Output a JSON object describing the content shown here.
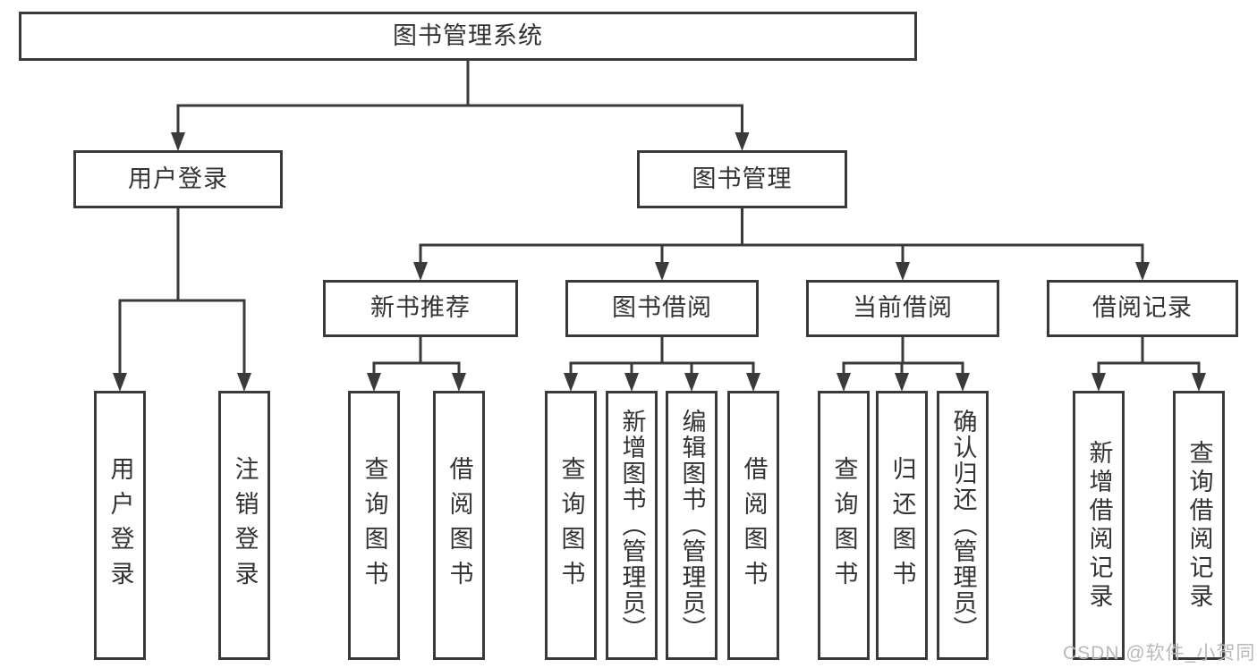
{
  "diagram_title": "图书管理系统",
  "nodes": [
    {
      "id": "root",
      "label": "图书管理系统",
      "parent": null
    },
    {
      "id": "login",
      "label": "用户登录",
      "parent": "root"
    },
    {
      "id": "mgmt",
      "label": "图书管理",
      "parent": "root"
    },
    {
      "id": "newbook",
      "label": "新书推荐",
      "parent": "mgmt"
    },
    {
      "id": "bookborrow",
      "label": "图书借阅",
      "parent": "mgmt"
    },
    {
      "id": "currentborrow",
      "label": "当前借阅",
      "parent": "mgmt"
    },
    {
      "id": "borrowrecords",
      "label": "借阅记录",
      "parent": "mgmt"
    },
    {
      "id": "login-do",
      "label": "用户登录",
      "parent": "login"
    },
    {
      "id": "logout",
      "label": "注销登录",
      "parent": "login"
    },
    {
      "id": "nb-query",
      "label": "查询图书",
      "parent": "newbook"
    },
    {
      "id": "nb-borrow",
      "label": "借阅图书",
      "parent": "newbook"
    },
    {
      "id": "bb-query",
      "label": "查询图书",
      "parent": "bookborrow"
    },
    {
      "id": "bb-add",
      "label": "新增图书（管理员）",
      "parent": "bookborrow"
    },
    {
      "id": "bb-edit",
      "label": "编辑图书（管理员）",
      "parent": "bookborrow"
    },
    {
      "id": "bb-borrow",
      "label": "借阅图书",
      "parent": "bookborrow"
    },
    {
      "id": "cb-query",
      "label": "查询图书",
      "parent": "currentborrow"
    },
    {
      "id": "cb-return",
      "label": "归还图书",
      "parent": "currentborrow"
    },
    {
      "id": "cb-confirm",
      "label": "确认归还（管理员）",
      "parent": "currentborrow"
    },
    {
      "id": "br-add",
      "label": "新增借阅记录",
      "parent": "borrowrecords"
    },
    {
      "id": "br-query",
      "label": "查询借阅记录",
      "parent": "borrowrecords"
    }
  ],
  "watermark": {
    "text": "CSDN @软件_小贺同学"
  },
  "colors": {
    "line": "#3a3a3a",
    "box_border": "#3a3a3a",
    "text": "#333333",
    "watermark": "#b9b9b9",
    "background": "#ffffff"
  }
}
